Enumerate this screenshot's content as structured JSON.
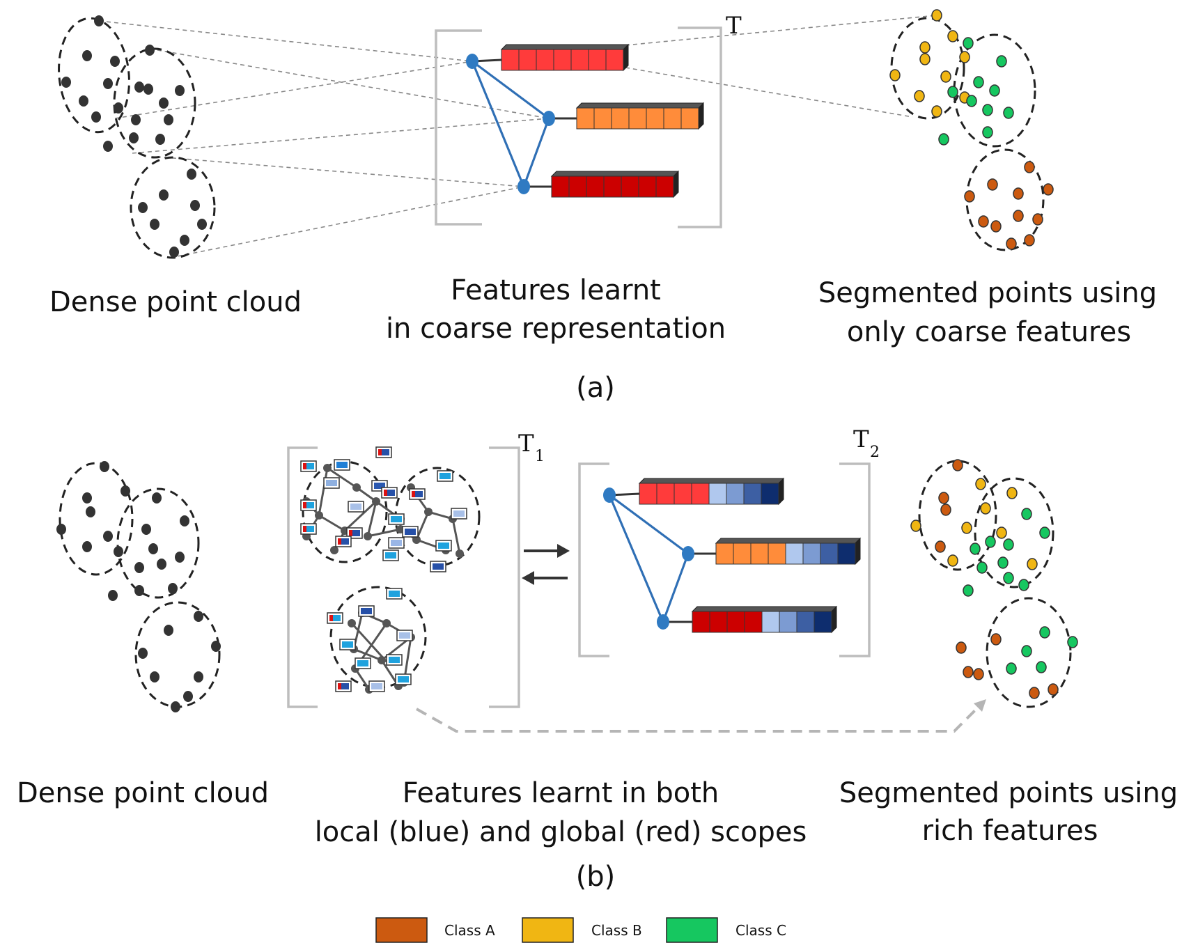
{
  "panel_a": {
    "label": "(a)",
    "t_label": "T",
    "captions": {
      "left": "Dense point cloud",
      "middle": [
        "Features learnt",
        "in coarse representation"
      ],
      "right": [
        "Segmented points using",
        "only coarse features"
      ]
    }
  },
  "panel_b": {
    "label": "(b)",
    "t1": "T",
    "t1_sub": "1",
    "t2": "T",
    "t2_sub": "2",
    "captions": {
      "left": "Dense point cloud",
      "middle": [
        "Features learnt in both",
        "local (blue) and global (red) scopes"
      ],
      "right": [
        "Segmented points using",
        "rich features"
      ]
    }
  },
  "legend": [
    {
      "label": "Class A",
      "color": "#cc5a10"
    },
    {
      "label": "Class B",
      "color": "#f0b613"
    },
    {
      "label": "Class C",
      "color": "#16c760"
    }
  ],
  "colors": {
    "node": "#2f7ac2",
    "edge": "#2f6fb5",
    "point": "#333333",
    "bracket": "#bdbdbd",
    "red_light": "#ff3b3b",
    "orange": "#ff8c3a",
    "red_dark": "#cc0000"
  }
}
